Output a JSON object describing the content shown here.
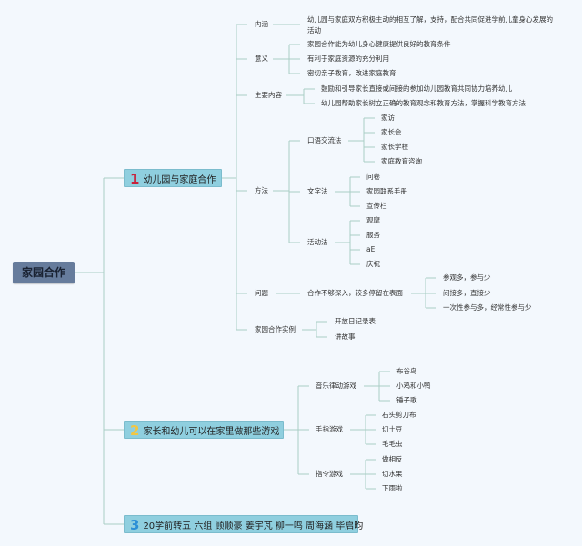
{
  "root": "家园合作",
  "colors": {
    "n1": "#c8203a",
    "n2": "#f3c642",
    "n3": "#2b8fd6",
    "line": "#a9cec5"
  },
  "topic1": {
    "num": "1",
    "label": "幼儿园与家庭合作",
    "neihan": {
      "label": "内涵",
      "text": "幼儿园与家庭双方积极主动的相互了解，支持，配合共同促进学前儿童身心发展的活动"
    },
    "yiyi": {
      "label": "意义",
      "items": [
        "家园合作能为幼儿身心健康提供良好的教育条件",
        "有利于家庭资源的充分利用",
        "密切亲子教育，改进家庭教育"
      ]
    },
    "zhuyao": {
      "label": "主要内容",
      "items": [
        "鼓励和引导家长直接或间接的参加幼儿园教育共同协力培养幼儿",
        "幼儿园帮助家长树立正确的教育观念和教育方法，掌握科学教育方法"
      ]
    },
    "fangfa": {
      "label": "方法",
      "kouyu": {
        "label": "口语交流法",
        "items": [
          "家访",
          "家长会",
          "家长学校",
          "家庭教育咨询"
        ]
      },
      "wenzi": {
        "label": "文字法",
        "items": [
          "问卷",
          "家园联系手册",
          "宣传栏"
        ]
      },
      "huodong": {
        "label": "活动法",
        "items": [
          "观摩",
          "服务",
          "aE",
          "庆祝"
        ]
      }
    },
    "wenti": {
      "label": "问题",
      "sub": "合作不够深入，较多停留在表面",
      "items": [
        "参观多，参与少",
        "间接多，直接少",
        "一次性参与多，经常性参与少"
      ]
    },
    "shili": {
      "label": "家园合作实例",
      "items": [
        "开放日记录表",
        "讲故事"
      ]
    }
  },
  "topic2": {
    "num": "2",
    "label": "家长和幼儿可以在家里做那些游戏",
    "yinyue": {
      "label": "音乐律动游戏",
      "items": [
        "布谷鸟",
        "小鸡和小鸭",
        "锤子歌"
      ]
    },
    "shouzhi": {
      "label": "手指游戏",
      "items": [
        "石头剪刀布",
        "切土豆",
        "毛毛虫"
      ]
    },
    "zhiling": {
      "label": "指令游戏",
      "items": [
        "做相反",
        "切水果",
        "下雨啦"
      ]
    }
  },
  "topic3": {
    "num": "3",
    "label": "20学前转五 六组 顾顺豪 姜宇芃 柳一鸣 周海涵 毕启昀"
  }
}
